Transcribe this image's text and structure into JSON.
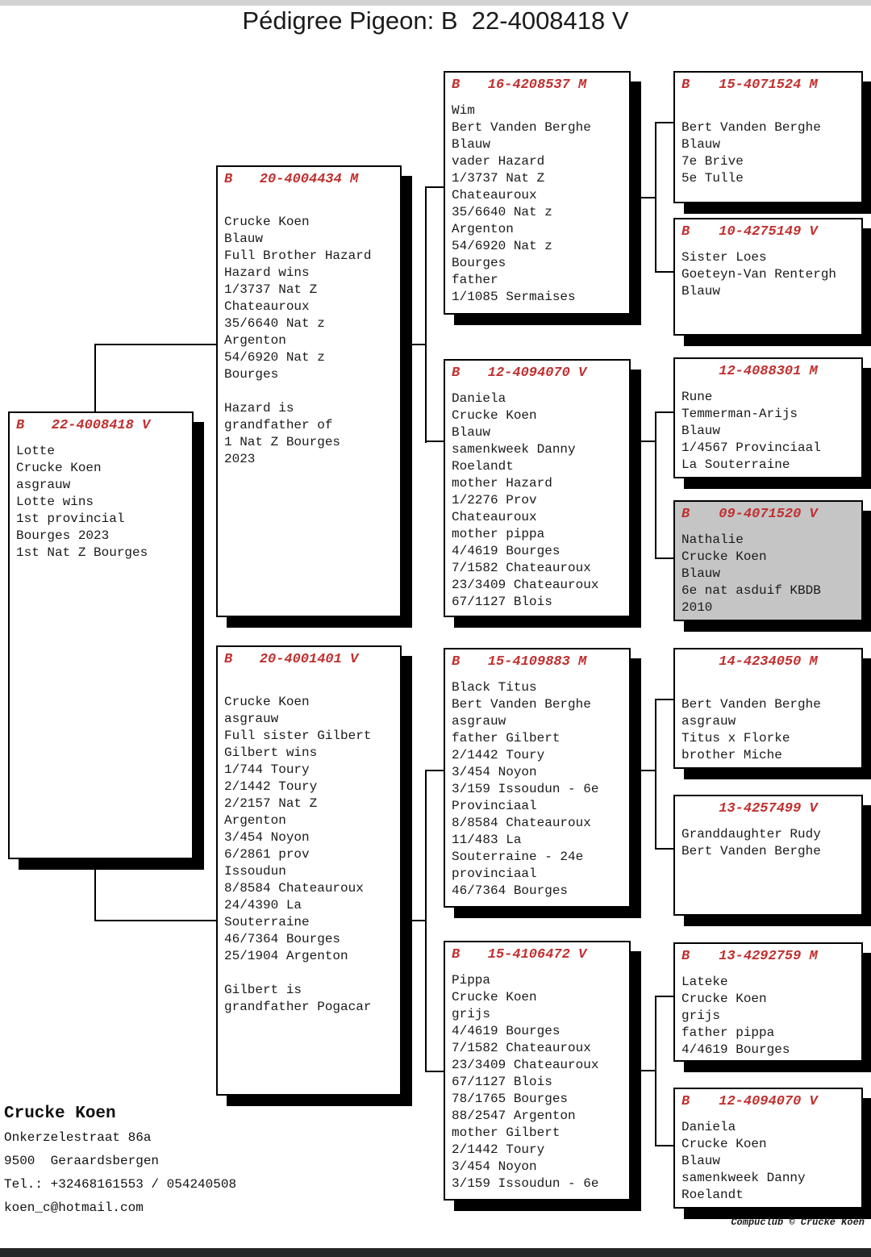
{
  "page": {
    "title": "Pédigree Pigeon: B  22-4008418 V",
    "footer_credit": "Compuclub © Crucke Koen"
  },
  "colors": {
    "ring_red": "#c13030",
    "highlight_gray": "#c5c5c5"
  },
  "breeder": {
    "name": "Crucke Koen",
    "address_line1": "Onkerzelestraat 86a",
    "address_line2": "9500  Geraardsbergen",
    "phone": "Tel.: +32468161553 / 054240508",
    "email": "koen_c@hotmail.com"
  },
  "boxes": [
    {
      "id": "subject",
      "country": "B",
      "ring": "22-4008418 V",
      "highlight": false,
      "lines": [
        "Lotte",
        "Crucke Koen",
        "asgrauw",
        "Lotte wins",
        "1st provincial",
        "Bourges 2023",
        "1st Nat Z Bourges"
      ]
    },
    {
      "id": "father",
      "country": "B",
      "ring": "20-4004434 M",
      "highlight": false,
      "lines": [
        "",
        "Crucke Koen",
        "Blauw",
        "Full Brother Hazard",
        "Hazard wins",
        "1/3737 Nat Z",
        "Chateauroux",
        "35/6640 Nat z",
        "Argenton",
        "54/6920 Nat z",
        "Bourges",
        "",
        "Hazard is",
        "grandfather of",
        "1 Nat Z Bourges",
        "2023"
      ]
    },
    {
      "id": "mother",
      "country": "B",
      "ring": "20-4001401 V",
      "highlight": false,
      "lines": [
        "",
        "Crucke Koen",
        "asgrauw",
        "Full sister Gilbert",
        "Gilbert wins",
        "1/744 Toury",
        "2/1442 Toury",
        "2/2157 Nat Z",
        "Argenton",
        "3/454 Noyon",
        "6/2861 prov",
        "Issoudun",
        "8/8584 Chateauroux",
        "24/4390 La",
        "Souterraine",
        "46/7364 Bourges",
        "25/1904 Argenton",
        "",
        "Gilbert is",
        "grandfather Pogacar"
      ]
    },
    {
      "id": "gp-paternal-sire",
      "country": "B",
      "ring": "16-4208537 M",
      "highlight": false,
      "lines": [
        "Wim",
        "Bert Vanden Berghe",
        "Blauw",
        "vader Hazard",
        "1/3737 Nat Z",
        "Chateauroux",
        "35/6640 Nat z",
        "Argenton",
        "54/6920 Nat z",
        "Bourges",
        "father",
        "1/1085 Sermaises"
      ]
    },
    {
      "id": "gp-paternal-dam",
      "country": "B",
      "ring": "12-4094070 V",
      "highlight": false,
      "lines": [
        "Daniela",
        "Crucke Koen",
        "Blauw",
        "samenkweek Danny",
        "Roelandt",
        "mother Hazard",
        "1/2276 Prov",
        "Chateauroux",
        "mother pippa",
        "4/4619 Bourges",
        "7/1582 Chateauroux",
        "23/3409 Chateauroux",
        "67/1127 Blois"
      ]
    },
    {
      "id": "gp-maternal-sire",
      "country": "B",
      "ring": "15-4109883 M",
      "highlight": false,
      "lines": [
        "Black Titus",
        "Bert Vanden Berghe",
        "asgrauw",
        "father Gilbert",
        "2/1442 Toury",
        "3/454 Noyon",
        "3/159 Issoudun - 6e",
        "Provinciaal",
        "8/8584 Chateauroux",
        "11/483 La",
        "Souterraine - 24e",
        "provinciaal",
        "46/7364 Bourges"
      ]
    },
    {
      "id": "gp-maternal-dam",
      "country": "B",
      "ring": "15-4106472 V",
      "highlight": false,
      "lines": [
        "Pippa",
        "Crucke Koen",
        "grijs",
        "4/4619 Bourges",
        "7/1582 Chateauroux",
        "23/3409 Chateauroux",
        "67/1127 Blois",
        "78/1765 Bourges",
        "88/2547 Argenton",
        "mother Gilbert",
        "2/1442 Toury",
        "3/454 Noyon",
        "3/159 Issoudun - 6e"
      ]
    },
    {
      "id": "ggp-1",
      "country": "B",
      "ring": "15-4071524 M",
      "highlight": false,
      "lines": [
        "",
        "Bert Vanden Berghe",
        "Blauw",
        "7e Brive",
        "5e Tulle"
      ]
    },
    {
      "id": "ggp-2",
      "country": "B",
      "ring": "10-4275149 V",
      "highlight": false,
      "lines": [
        "Sister Loes",
        "Goeteyn-Van Rentergh",
        "Blauw"
      ]
    },
    {
      "id": "ggp-3",
      "country": "",
      "ring": "12-4088301 M",
      "highlight": false,
      "lines": [
        "Rune",
        "Temmerman-Arijs",
        "Blauw",
        "1/4567 Provinciaal",
        "La Souterraine"
      ]
    },
    {
      "id": "ggp-4",
      "country": "B",
      "ring": "09-4071520 V",
      "highlight": true,
      "lines": [
        "Nathalie",
        "Crucke Koen",
        "Blauw",
        "6e nat asduif KBDB",
        "2010"
      ]
    },
    {
      "id": "ggp-5",
      "country": "",
      "ring": "14-4234050 M",
      "highlight": false,
      "lines": [
        "",
        "Bert Vanden Berghe",
        "asgrauw",
        "Titus x Florke",
        "brother Miche"
      ]
    },
    {
      "id": "ggp-6",
      "country": "",
      "ring": "13-4257499 V",
      "highlight": false,
      "lines": [
        "Granddaughter Rudy",
        "Bert Vanden Berghe"
      ]
    },
    {
      "id": "ggp-7",
      "country": "B",
      "ring": "13-4292759 M",
      "highlight": false,
      "lines": [
        "Lateke",
        "Crucke Koen",
        "grijs",
        "father pippa",
        "4/4619 Bourges"
      ]
    },
    {
      "id": "ggp-8",
      "country": "B",
      "ring": "12-4094070 V",
      "highlight": false,
      "lines": [
        "Daniela",
        "Crucke Koen",
        "Blauw",
        "samenkweek Danny",
        "Roelandt"
      ]
    }
  ]
}
